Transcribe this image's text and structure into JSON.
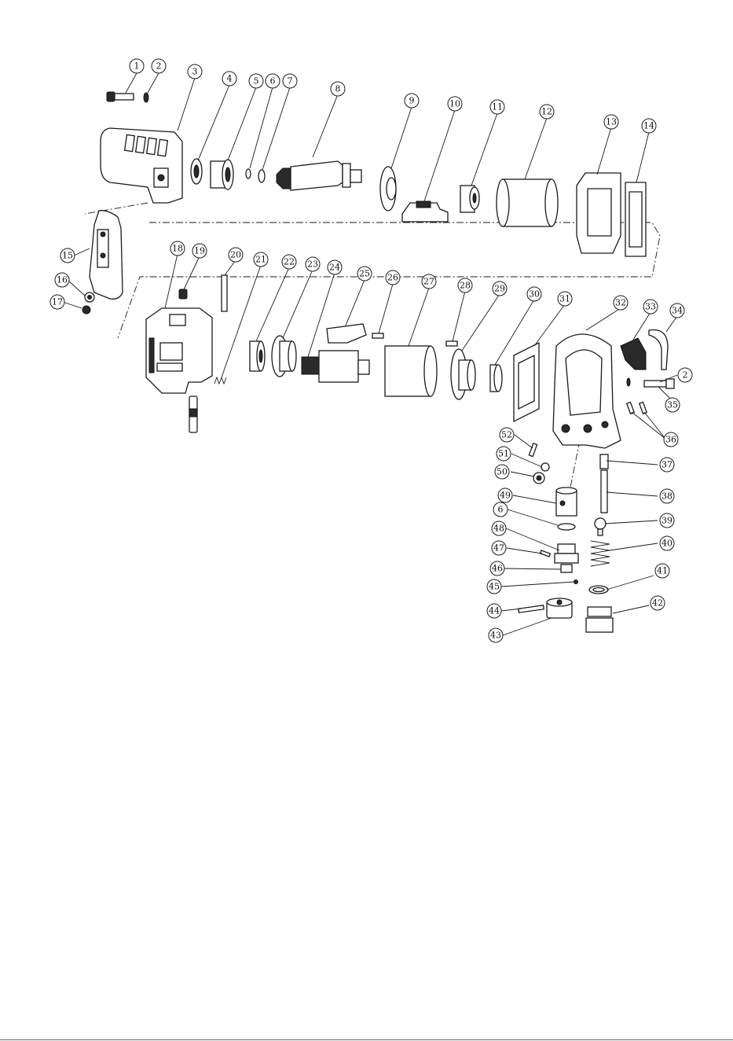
{
  "callouts": [
    {
      "label": "1"
    },
    {
      "label": "2"
    },
    {
      "label": "3"
    },
    {
      "label": "4"
    },
    {
      "label": "5"
    },
    {
      "label": "6"
    },
    {
      "label": "7"
    },
    {
      "label": "8"
    },
    {
      "label": "9"
    },
    {
      "label": "10"
    },
    {
      "label": "11"
    },
    {
      "label": "12"
    },
    {
      "label": "13"
    },
    {
      "label": "14"
    },
    {
      "label": "15"
    },
    {
      "label": "16"
    },
    {
      "label": "17"
    },
    {
      "label": "18"
    },
    {
      "label": "19"
    },
    {
      "label": "20"
    },
    {
      "label": "21"
    },
    {
      "label": "22"
    },
    {
      "label": "23"
    },
    {
      "label": "24"
    },
    {
      "label": "25"
    },
    {
      "label": "26"
    },
    {
      "label": "27"
    },
    {
      "label": "28"
    },
    {
      "label": "29"
    },
    {
      "label": "30"
    },
    {
      "label": "31"
    },
    {
      "label": "32"
    },
    {
      "label": "33"
    },
    {
      "label": "34"
    },
    {
      "label": "2"
    },
    {
      "label": "35"
    },
    {
      "label": "36"
    },
    {
      "label": "37"
    },
    {
      "label": "38"
    },
    {
      "label": "39"
    },
    {
      "label": "40"
    },
    {
      "label": "41"
    },
    {
      "label": "42"
    },
    {
      "label": "52"
    },
    {
      "label": "51"
    },
    {
      "label": "50"
    },
    {
      "label": "49"
    },
    {
      "label": "6"
    },
    {
      "label": "48"
    },
    {
      "label": "47"
    },
    {
      "label": "46"
    },
    {
      "label": "45"
    },
    {
      "label": "44"
    },
    {
      "label": "43"
    }
  ]
}
